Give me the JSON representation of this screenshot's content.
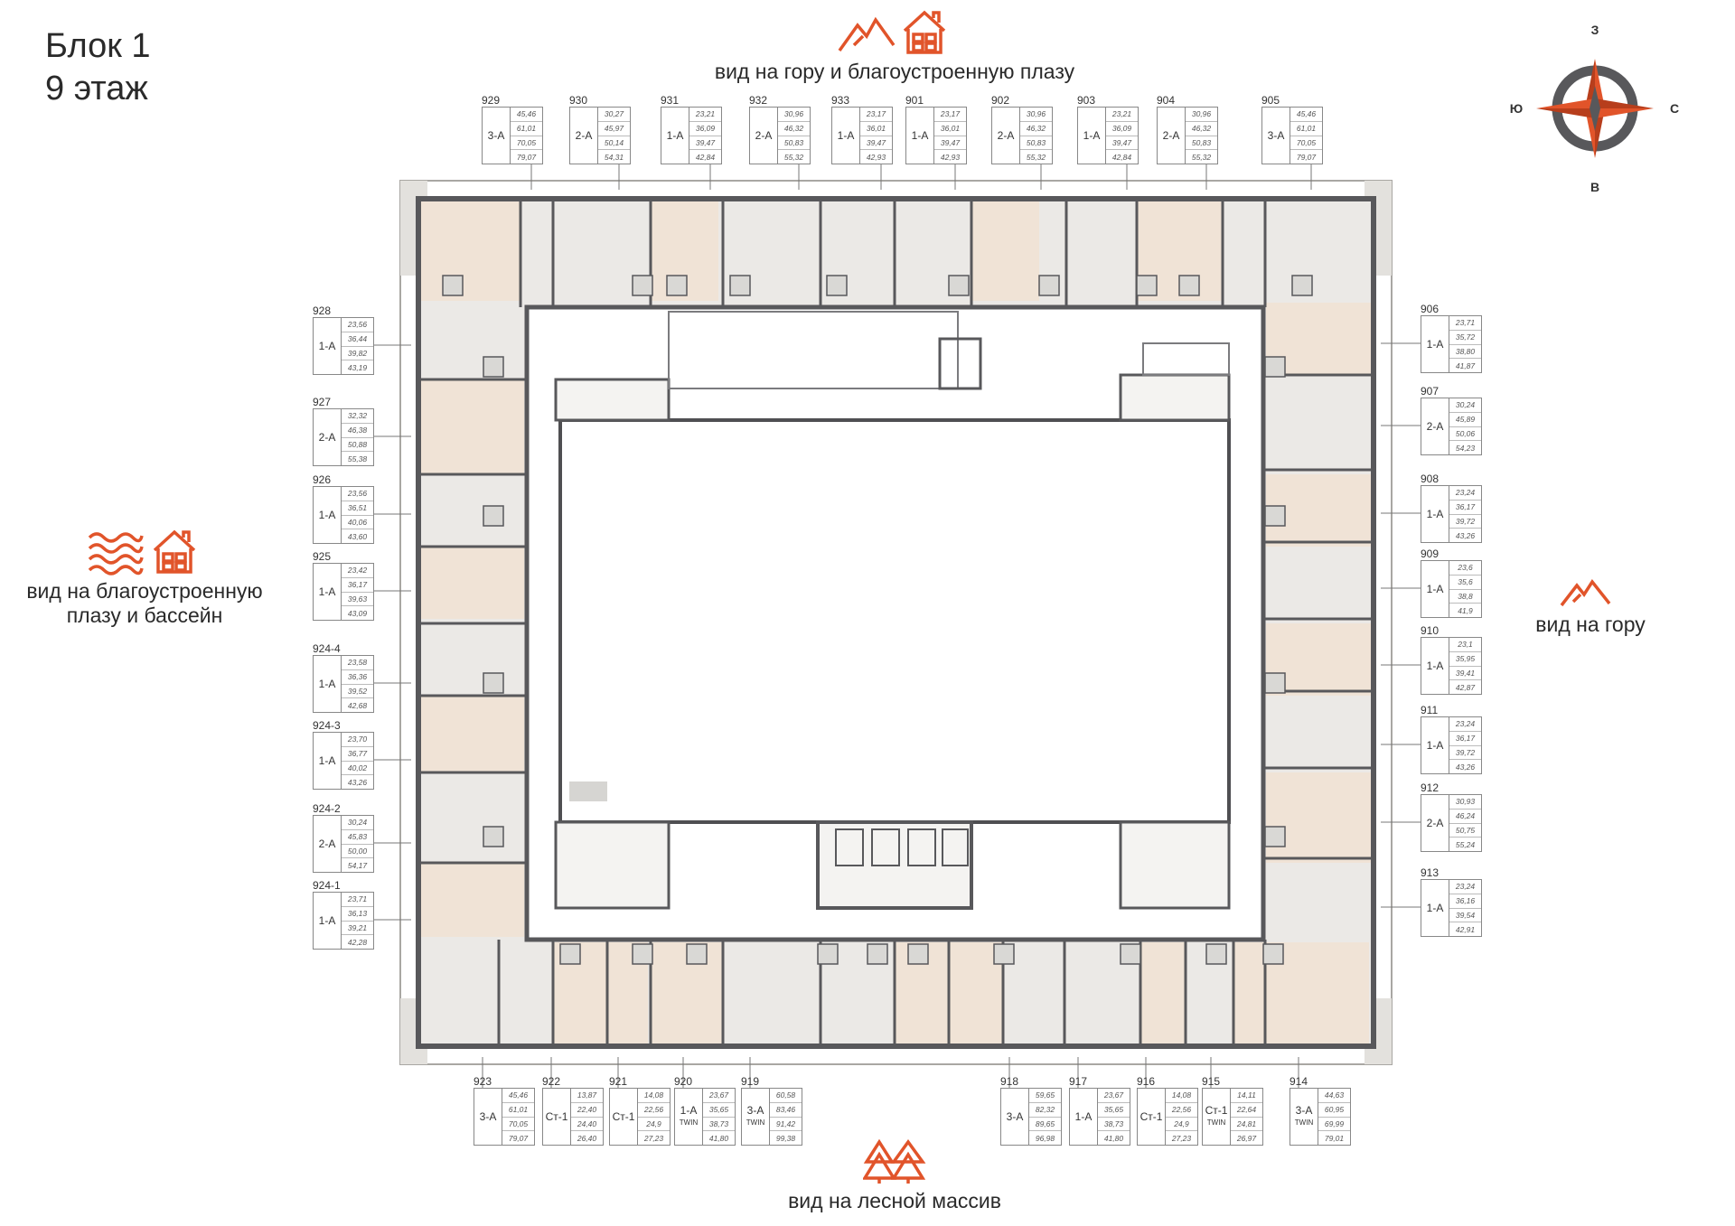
{
  "block": {
    "line1": "Блок 1",
    "line2": "9 этаж"
  },
  "views": {
    "top": "вид на гору и благоустроенную плазу",
    "right": "вид на гору",
    "bottom": "вид на лесной массив",
    "left": [
      "вид на благоустроенную",
      "плазу и бассейн"
    ]
  },
  "compass": {
    "n": "З",
    "s": "В",
    "w": "Ю",
    "e": "С"
  },
  "colors": {
    "accent": "#e1542a",
    "wall": "#58585b",
    "room_gray": "#ebe9e6",
    "room_beige": "#f0e3d6",
    "terrace": "#e3e1dd"
  },
  "icons": [
    "mountain-icon",
    "house-icon",
    "waves-icon",
    "forest-icon"
  ],
  "apartments": {
    "top": [
      {
        "num": "929",
        "type": "3-А",
        "areas": [
          "45,46",
          "61,01",
          "70,05",
          "79,07"
        ]
      },
      {
        "num": "930",
        "type": "2-А",
        "areas": [
          "30,27",
          "45,97",
          "50,14",
          "54,31"
        ]
      },
      {
        "num": "931",
        "type": "1-А",
        "areas": [
          "23,21",
          "36,09",
          "39,47",
          "42,84"
        ]
      },
      {
        "num": "932",
        "type": "2-А",
        "areas": [
          "30,96",
          "46,32",
          "50,83",
          "55,32"
        ]
      },
      {
        "num": "933",
        "type": "1-А",
        "areas": [
          "23,17",
          "36,01",
          "39,47",
          "42,93"
        ]
      },
      {
        "num": "901",
        "type": "1-А",
        "areas": [
          "23,17",
          "36,01",
          "39,47",
          "42,93"
        ]
      },
      {
        "num": "902",
        "type": "2-А",
        "areas": [
          "30,96",
          "46,32",
          "50,83",
          "55,32"
        ]
      },
      {
        "num": "903",
        "type": "1-А",
        "areas": [
          "23,21",
          "36,09",
          "39,47",
          "42,84"
        ]
      },
      {
        "num": "904",
        "type": "2-А",
        "areas": [
          "30,96",
          "46,32",
          "50,83",
          "55,32"
        ]
      },
      {
        "num": "905",
        "type": "3-А",
        "areas": [
          "45,46",
          "61,01",
          "70,05",
          "79,07"
        ]
      }
    ],
    "left": [
      {
        "num": "928",
        "type": "1-А",
        "areas": [
          "23,56",
          "36,44",
          "39,82",
          "43,19"
        ]
      },
      {
        "num": "927",
        "type": "2-А",
        "areas": [
          "32,32",
          "46,38",
          "50,88",
          "55,38"
        ]
      },
      {
        "num": "926",
        "type": "1-А",
        "areas": [
          "23,56",
          "36,51",
          "40,06",
          "43,60"
        ]
      },
      {
        "num": "925",
        "type": "1-А",
        "areas": [
          "23,42",
          "36,17",
          "39,63",
          "43,09"
        ]
      },
      {
        "num": "924-4",
        "type": "1-А",
        "areas": [
          "23,58",
          "36,36",
          "39,52",
          "42,68"
        ]
      },
      {
        "num": "924-3",
        "type": "1-А",
        "areas": [
          "23,70",
          "36,77",
          "40,02",
          "43,26"
        ]
      },
      {
        "num": "924-2",
        "type": "2-А",
        "areas": [
          "30,24",
          "45,83",
          "50,00",
          "54,17"
        ]
      },
      {
        "num": "924-1",
        "type": "1-А",
        "areas": [
          "23,71",
          "36,13",
          "39,21",
          "42,28"
        ]
      }
    ],
    "right": [
      {
        "num": "906",
        "type": "1-А",
        "areas": [
          "23,71",
          "35,72",
          "38,80",
          "41,87"
        ]
      },
      {
        "num": "907",
        "type": "2-А",
        "areas": [
          "30,24",
          "45,89",
          "50,06",
          "54,23"
        ]
      },
      {
        "num": "908",
        "type": "1-А",
        "areas": [
          "23,24",
          "36,17",
          "39,72",
          "43,26"
        ]
      },
      {
        "num": "909",
        "type": "1-А",
        "areas": [
          "23,6",
          "35,6",
          "38,8",
          "41,9"
        ]
      },
      {
        "num": "910",
        "type": "1-А",
        "areas": [
          "23,1",
          "35,95",
          "39,41",
          "42,87"
        ]
      },
      {
        "num": "911",
        "type": "1-А",
        "areas": [
          "23,24",
          "36,17",
          "39,72",
          "43,26"
        ]
      },
      {
        "num": "912",
        "type": "2-А",
        "areas": [
          "30,93",
          "46,24",
          "50,75",
          "55,24"
        ]
      },
      {
        "num": "913",
        "type": "1-А",
        "areas": [
          "23,24",
          "36,16",
          "39,54",
          "42,91"
        ]
      }
    ],
    "bottom": [
      {
        "num": "923",
        "type": "3-А",
        "sub": "",
        "areas": [
          "45,46",
          "61,01",
          "70,05",
          "79,07"
        ]
      },
      {
        "num": "922",
        "type": "Ст-1",
        "sub": "",
        "areas": [
          "13,87",
          "22,40",
          "24,40",
          "26,40"
        ]
      },
      {
        "num": "921",
        "type": "Ст-1",
        "sub": "",
        "areas": [
          "14,08",
          "22,56",
          "24,9",
          "27,23"
        ]
      },
      {
        "num": "920",
        "type": "1-А",
        "sub": "TWIN",
        "areas": [
          "23,67",
          "35,65",
          "38,73",
          "41,80"
        ]
      },
      {
        "num": "919",
        "type": "3-А",
        "sub": "TWIN",
        "areas": [
          "60,58",
          "83,46",
          "91,42",
          "99,38"
        ]
      },
      {
        "num": "918",
        "type": "3-А",
        "sub": "",
        "areas": [
          "59,65",
          "82,32",
          "89,65",
          "96,98"
        ]
      },
      {
        "num": "917",
        "type": "1-А",
        "sub": "",
        "areas": [
          "23,67",
          "35,65",
          "38,73",
          "41,80"
        ]
      },
      {
        "num": "916",
        "type": "Ст-1",
        "sub": "",
        "areas": [
          "14,08",
          "22,56",
          "24,9",
          "27,23"
        ]
      },
      {
        "num": "915",
        "type": "Ст-1",
        "sub": "TWIN",
        "areas": [
          "14,11",
          "22,64",
          "24,81",
          "26,97"
        ]
      },
      {
        "num": "914",
        "type": "3-А",
        "sub": "TWIN",
        "areas": [
          "44,63",
          "60,95",
          "69,99",
          "79,01"
        ]
      }
    ]
  }
}
